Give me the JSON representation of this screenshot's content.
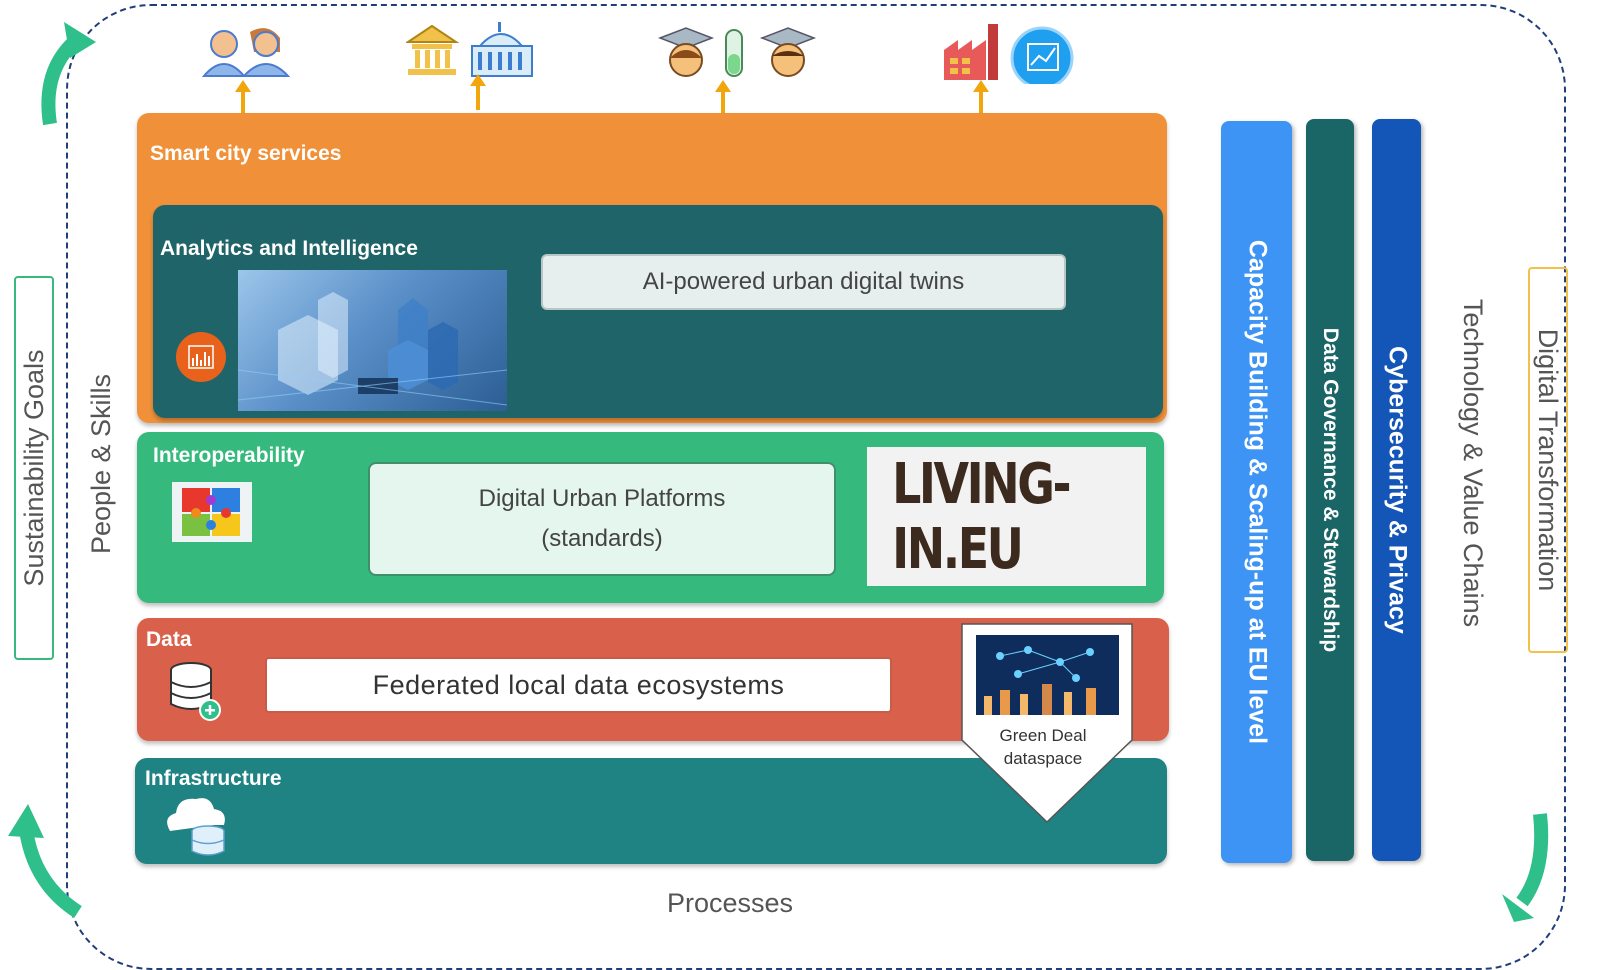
{
  "labels": {
    "sustainability_goals": "Sustainability Goals",
    "people_skills": "People & Skills",
    "processes": "Processes",
    "technology_value_chains": "Technology & Value Chains",
    "digital_transformation": "Digital Transformation"
  },
  "layers": {
    "smart_city_services": "Smart city services",
    "analytics": "Analytics and Intelligence",
    "ai_twins": "AI-powered urban digital twins",
    "interoperability": "Interoperability",
    "dup_line1": "Digital Urban Platforms",
    "dup_line2": "(standards)",
    "living_in_eu": "LIVING-IN.EU",
    "data": "Data",
    "federated": "Federated local data ecosystems",
    "green_deal_line1": "Green Deal",
    "green_deal_line2": "dataspace",
    "infrastructure": "Infrastructure"
  },
  "pillars": {
    "capacity": "Capacity Building & Scaling-up at EU level",
    "governance": "Data Governance & Stewardship",
    "cyber": "Cybersecurity & Privacy"
  },
  "colors": {
    "orange": "#f0913a",
    "dark_teal": "#1f6468",
    "green": "#35b97d",
    "red": "#d9614b",
    "teal": "#1f8283",
    "blue_light": "#3d94f5",
    "teal_pillar": "#1a6565",
    "blue_dark": "#1456b8",
    "arrow_green": "#2fbf8a",
    "frame": "#1f3e7a"
  },
  "icons": [
    "people-icon",
    "government-building-icon",
    "education-research-icon",
    "industry-chart-icon",
    "analytics-icon",
    "puzzle-icon",
    "database-add-icon",
    "cloud-database-icon"
  ]
}
